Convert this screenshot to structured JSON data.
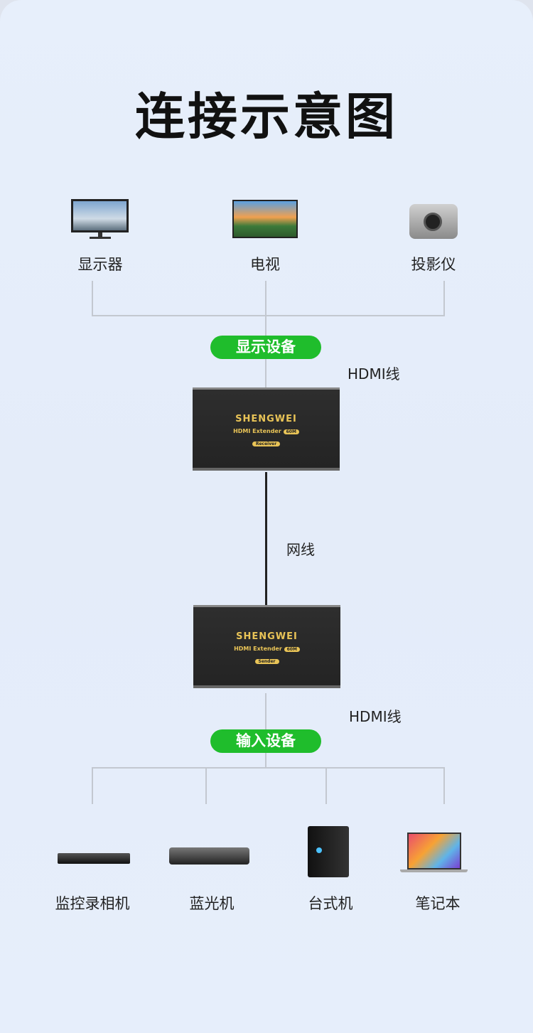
{
  "title": "连接示意图",
  "display_devices": [
    {
      "label": "显示器",
      "icon": "monitor-icon"
    },
    {
      "label": "电视",
      "icon": "tv-icon"
    },
    {
      "label": "投影仪",
      "icon": "projector-icon"
    }
  ],
  "display_group": "显示设备",
  "hdmi_top": "HDMI线",
  "receiver": {
    "brand": "SHENGWEI",
    "model": "HDMI Extender",
    "badge": "60M",
    "role": "Receiver"
  },
  "cable": "网线",
  "sender": {
    "brand": "SHENGWEI",
    "model": "HDMI Extender",
    "badge": "60M",
    "role": "Sender"
  },
  "hdmi_bottom": "HDMI线",
  "input_group": "输入设备",
  "input_devices": [
    {
      "label": "监控录相机",
      "icon": "dvr-icon"
    },
    {
      "label": "蓝光机",
      "icon": "bluray-player-icon"
    },
    {
      "label": "台式机",
      "icon": "desktop-pc-icon"
    },
    {
      "label": "笔记本",
      "icon": "laptop-icon"
    }
  ],
  "colors": {
    "accent": "#1fbd2c",
    "device": "#2a2a2a",
    "gold": "#e9c457"
  }
}
